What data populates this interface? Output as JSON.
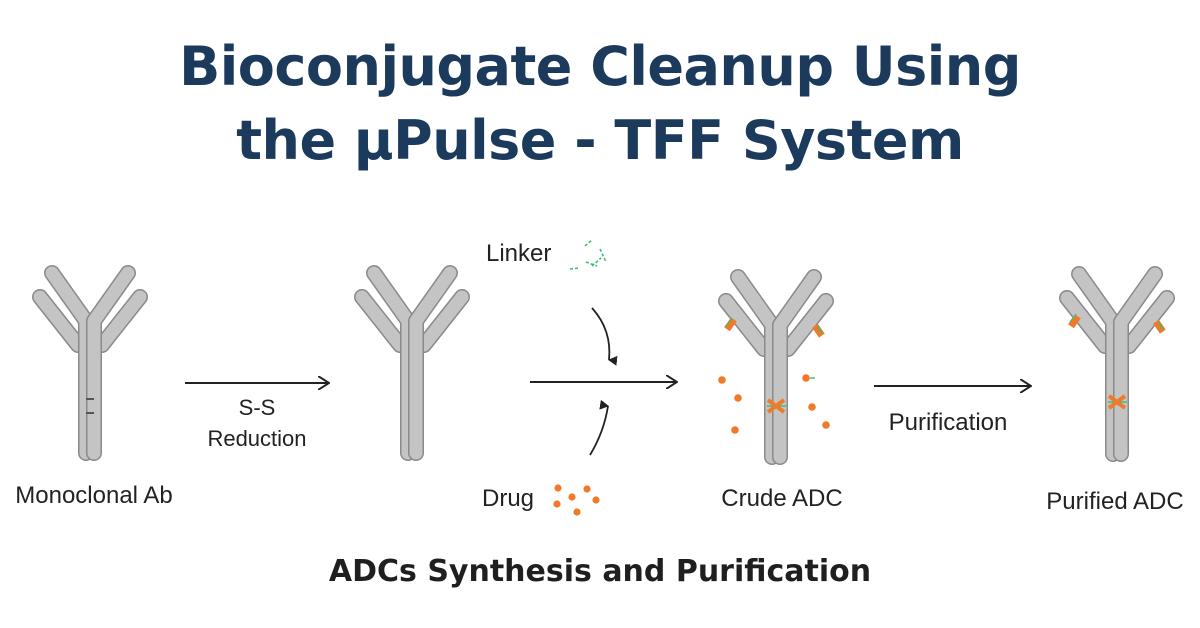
{
  "title": {
    "line1": "Bioconjugate Cleanup Using",
    "line2": "the µPulse - TFF System"
  },
  "diagram": {
    "stages": {
      "monoclonal_ab": "Monoclonal Ab",
      "crude_adc": "Crude ADC",
      "purified_adc": "Purified ADC"
    },
    "step1": {
      "line1": "S-S",
      "line2": "Reduction"
    },
    "reagents": {
      "linker": "Linker",
      "drug": "Drug"
    },
    "step3": "Purification"
  },
  "caption": "ADCs Synthesis and Purification",
  "colors": {
    "title": "#1b3a5c",
    "antibody_fill": "#c4c4c4",
    "antibody_stroke": "#8a8a8a",
    "drug": "#f07a2a",
    "linker": "#3bbf73"
  }
}
